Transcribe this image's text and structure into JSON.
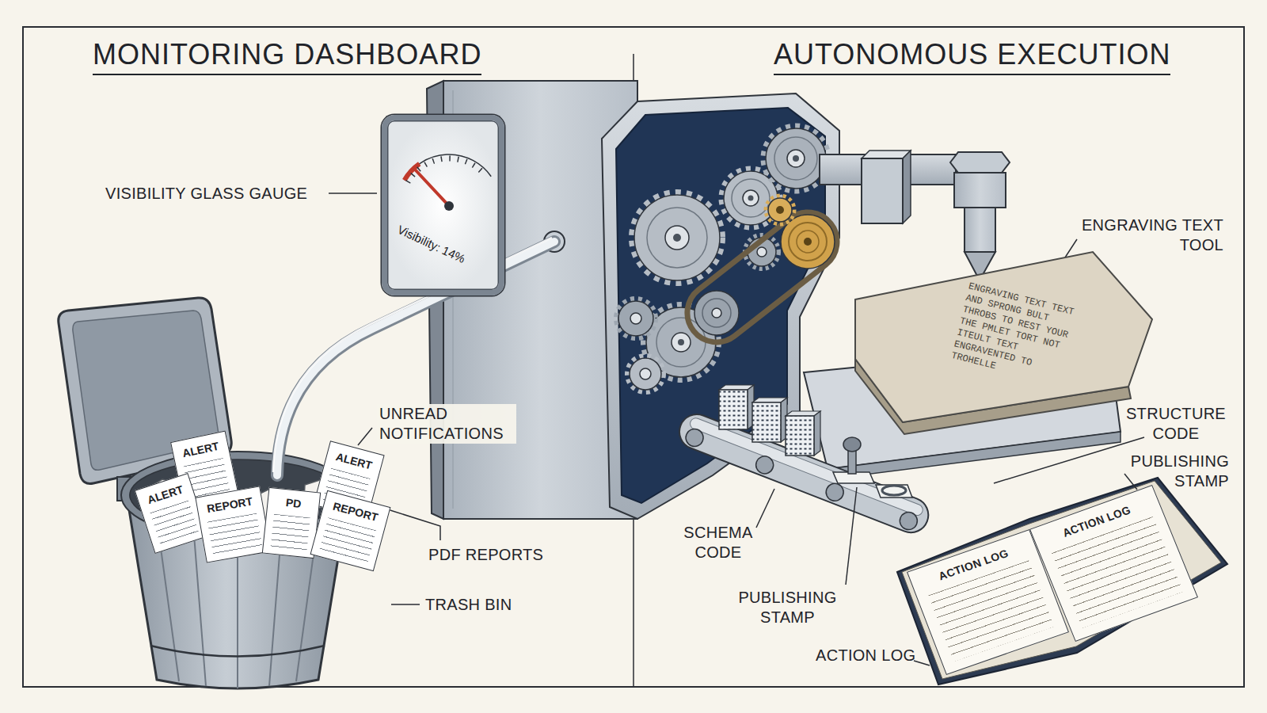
{
  "diagram": {
    "nodes": [
      {
        "text": [
          "Visibility: 14%"
        ]
      },
      {
        "text": [
          "ALERT"
        ]
      },
      {
        "text": [
          "ALERT"
        ]
      },
      {
        "text": [
          "ALERT"
        ]
      },
      {
        "text": [
          "REPORT"
        ]
      },
      {
        "text": [
          "PD"
        ]
      },
      {
        "text": [
          "REPORT"
        ]
      },
      {
        "text": [
          "ENGRAVING TEXT TEXT AND SPRONG BULT THROBS TO REST YOUR THE PMLET TORT NOT ITEULT TEXT ENGRAVENTED TO TROHELLE"
        ]
      },
      {
        "text": [
          "ACTION LOG"
        ]
      },
      {
        "text": [
          "ACTION LOG"
        ]
      }
    ],
    "labels": [
      "MONITORING DASHBOARD",
      "AUTONOMOUS EXECUTION",
      "VISIBILITY GLASS GAUGE",
      "UNREAD NOTIFICATIONS",
      "PDF REPORTS",
      "TRASH BIN",
      "ENGRAVING TEXT TOOL",
      "STRUCTURE CODE",
      "PUBLISHING STAMP",
      "SCHEMA CODE",
      "PUBLISHING STAMP",
      "ACTION LOG"
    ]
  }
}
